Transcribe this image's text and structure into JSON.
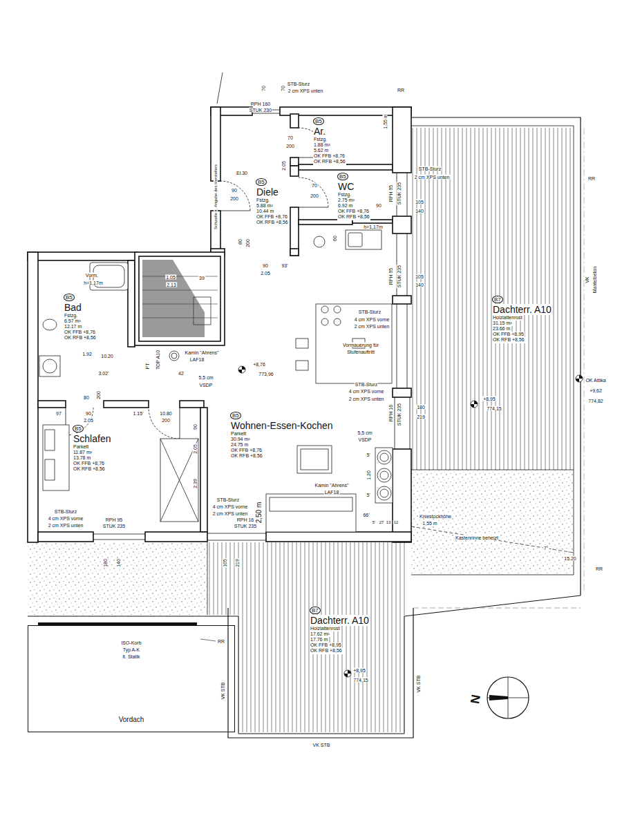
{
  "diagram": {
    "nodes": [
      {
        "text": [
          "B5",
          "Ar.",
          "Fstzg.",
          "1.88 m²",
          "5.62 m",
          "OK FFB +8,76",
          "OK RFB +8,56"
        ]
      },
      {
        "text": [
          "B5",
          "WC",
          "Fstzg.",
          "2.75 m²",
          "6.92 m",
          "OK FFB +8,76",
          "OK RFB +8,56"
        ]
      },
      {
        "text": [
          "B5",
          "Diele",
          "Fstzg.",
          "5.88 m²",
          "10.44 m",
          "OK FFB +8,76",
          "OK RFB +8,56"
        ]
      },
      {
        "text": [
          "B5",
          "Bad",
          "Fstzg.",
          "6.57 m²",
          "12.17 m",
          "OK FFB +8,76",
          "OK RFB +8,56"
        ]
      },
      {
        "text": [
          "B5",
          "Wohnen-Essen-Kochen",
          "Parkett",
          "30.94 m²",
          "24.75 m",
          "OK FFB +8,76",
          "OK RFB +8,56"
        ]
      },
      {
        "text": [
          "B5",
          "Schlafen",
          "Parkett",
          "11.87 m²",
          "13.78 m",
          "OK FFB +8,76",
          "OK RFB +8,56"
        ]
      },
      {
        "text": [
          "B7",
          "Dachterr. A10",
          "Holzlattenrost",
          "31.15 m²",
          "23.66 m",
          "OK FFB +8,95",
          "OK RFB +8,56"
        ]
      },
      {
        "text": [
          "B7",
          "Dachterr. A10",
          "Holzlattenrost",
          "17.62 m²",
          "17.76 m",
          "OK FFB +8,95",
          "OK RFB +8,56"
        ]
      },
      {
        "text": [
          "Vordach"
        ]
      }
    ],
    "labels": [
      "70",
      "70",
      "STB-Sturz",
      "2 cm XPS unten",
      "RR",
      "RPH 160",
      "STUK 230",
      "70",
      "200",
      "1,55 m",
      "70",
      "200",
      "El.30",
      "90",
      "200",
      "2.05",
      "Schwelle lt. Angabe des Herstellers",
      "RPH 95",
      "STUK 235",
      "STB-Sturz",
      "2 cm XPS unten",
      "105",
      "140",
      "90",
      "h=1,17m",
      "60",
      "80",
      "200",
      "90",
      "2.05",
      "93'",
      "Vorm.",
      "h=1,17m",
      "1.05",
      "2.13",
      "39",
      "105",
      "140",
      "RPH 95",
      "STUK 235",
      "RR",
      "VK",
      "Mantelbeton",
      "STB-Sturz",
      "4 cm XPS vorne",
      "2 cm XPS unten",
      "Kamin \"Ahrens\"",
      "LAF18",
      "TOP A10",
      "PT",
      "42",
      "5,5 cm",
      "VSDP",
      "10.20",
      "1.92",
      "3.02'",
      "+8,76",
      "773,96",
      "Vormauerung für",
      "Stufenauftritt",
      "STB-Sturz",
      "4 cm XPS vorne",
      "2 cm XPS unten",
      "80",
      "200",
      "97",
      "90",
      "2.05",
      "1.15'",
      "10.80",
      "200",
      "90",
      "2.05",
      "RPH 16",
      "STUK 235",
      "180",
      "219",
      "OK Attika",
      "+9,62",
      "774,82",
      "+8,95",
      "774,15",
      "5,5 cm",
      "VSDP",
      "Kamin \"Ahrens\"",
      "LAF18",
      "5'",
      "1.20",
      "5'",
      "66'",
      "5'",
      "27",
      "13",
      "12",
      "Kniestockhöhe",
      "1,55 m",
      "Kastenrinne beheizt",
      "7°",
      "15.20",
      "RR",
      "2.39",
      "2,50 m",
      "STB-Sturz",
      "4 cm XPS vorne",
      "2 cm XPS unten",
      "RPH 16",
      "STUK 235",
      "STB-Sturz",
      "4 cm XPS vorne",
      "2 cm XPS unten",
      "RPH 95",
      "STUK 235",
      "180",
      "140",
      "105",
      "219",
      "ISO-Korb",
      "Typ A-K",
      "lt. Statik",
      "RR",
      "VK STB",
      "VK STB",
      "VK STB",
      "+8,95",
      "774,15",
      "N"
    ]
  }
}
